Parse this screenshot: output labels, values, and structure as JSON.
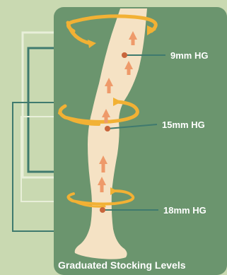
{
  "caption": "Graduated Stocking Levels",
  "pressure_points": [
    {
      "label": "9mm HG"
    },
    {
      "label": "15mm HG"
    },
    {
      "label": "18mm HG"
    }
  ],
  "icons": {
    "rotation": "curved-arrow-icon",
    "upward_flow": "up-arrow-icon",
    "pressure_dot": "pressure-dot-icon"
  },
  "colors": {
    "panel": "#6b956e",
    "background": "#c9d9b1",
    "leg": "#f5e2c4",
    "arrow_swirl": "#f2b134",
    "flow_arrow": "#ee9a6a",
    "pressure_dot": "#c8653b",
    "outline": "#3f7a6e",
    "text": "#ffffff"
  }
}
